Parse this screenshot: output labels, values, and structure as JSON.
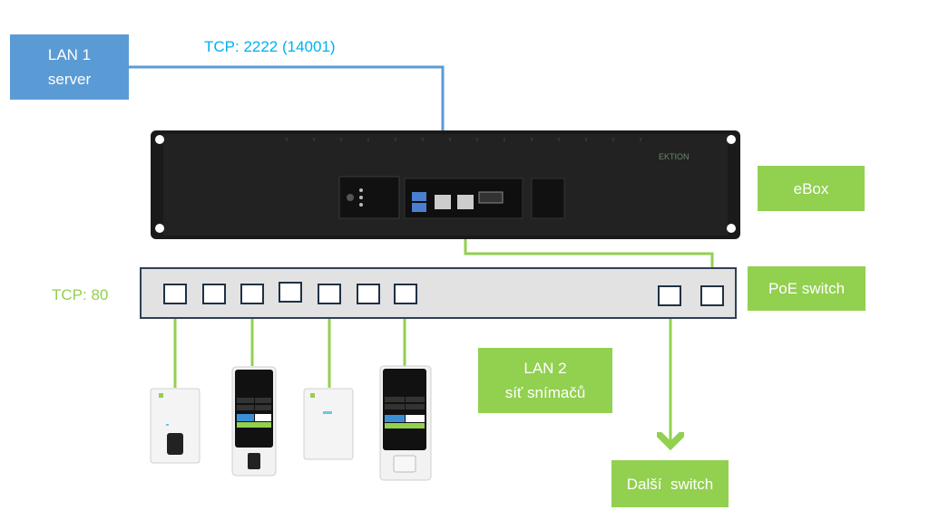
{
  "colors": {
    "lan1_blue": "#5b9bd5",
    "lan1_line": "#5b9bd5",
    "lan1_text": "#00b0f0",
    "green": "#92d050",
    "switch_fill": "#e2e2e2",
    "switch_border": "#2e4057",
    "rack": "#1e1e1e"
  },
  "lan1": {
    "line1": "LAN 1",
    "line2": "server"
  },
  "tcp_lan1": "TCP: 2222 (14001)",
  "tcp_80": "TCP: 80",
  "ebox": {
    "label": "eBox",
    "brand": "EKTION"
  },
  "poe_switch": {
    "label": "PoE switch"
  },
  "lan2": {
    "line1": "LAN 2",
    "line2": "síť snímačů"
  },
  "next_switch": {
    "label": "Další  switch"
  },
  "devices": [
    {
      "kind": "wall-reader",
      "icon": "reader-icon"
    },
    {
      "kind": "touch-terminal",
      "icon": "terminal-icon"
    },
    {
      "kind": "wall-reader",
      "icon": "reader-icon"
    },
    {
      "kind": "touch-terminal",
      "icon": "terminal-icon"
    }
  ]
}
